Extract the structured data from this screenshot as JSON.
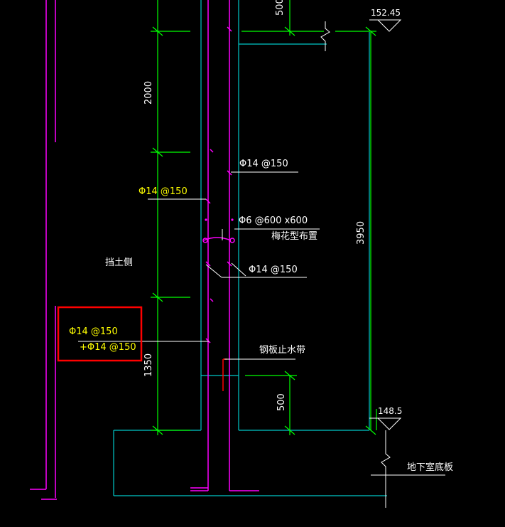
{
  "labels": {
    "dim_500_top": "500",
    "dim_2000": "2000",
    "dim_3950": "3950",
    "dim_1350": "1350",
    "dim_500_bottom": "500",
    "elev_top": "152.45",
    "elev_bottom": "148.5",
    "rebar_outer_top": "Φ14 @150",
    "rebar_inner_top": "Φ14 @150",
    "tie_rebar": "Φ6 @600 x600",
    "plum_layout": "梅花型布置",
    "rebar_inner_mid": "Φ14 @150",
    "soil_side": "挡土侧",
    "rebar_highlight_1": "Φ14 @150",
    "rebar_highlight_2": "+Φ14 @150",
    "waterstop": "钢板止水带",
    "basement_slab": "地下室底板"
  },
  "colors": {
    "green": "#00ff00",
    "magenta": "#ff00ff",
    "cyan": "#00c8c8",
    "white": "#ffffff",
    "yellow": "#ffff00",
    "red": "#ff0000"
  }
}
